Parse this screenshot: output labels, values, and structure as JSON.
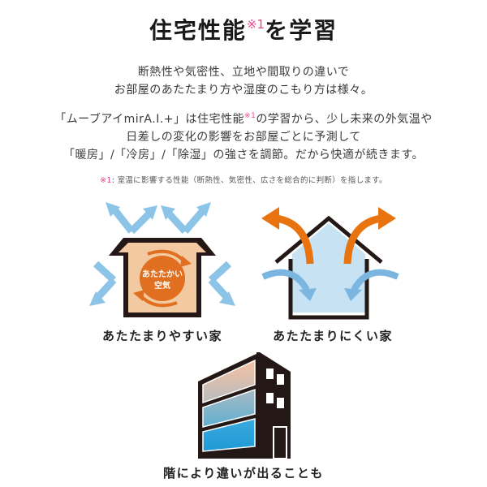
{
  "header": {
    "title_main": "住宅性能",
    "title_sup": "※1",
    "title_end": "を学習"
  },
  "intro": {
    "line1": "断熱性や気密性、立地や間取りの違いで",
    "line2": "お部屋のあたたまり方や湿度のこもり方は様々。"
  },
  "description": {
    "line1_a": "「ムーブアイmirA.I.+」は住宅性能",
    "line1_sup": "※1",
    "line1_b": "の学習から、少し未来の外気温や",
    "line2": "日差しの変化の影響をお部屋ごとに予測して",
    "line3": "「暖房」/「冷房」/「除湿」の強さを調節。だから快適が続きます。"
  },
  "footnote": {
    "mark": "※1",
    "text": ": 室温に影響する性能（断熱性、気密性、広さを総合的に判断）を指します。"
  },
  "illustrations": [
    {
      "caption": "あたたまりやすい家",
      "inner_label_line1": "あたたかい",
      "inner_label_line2": "空気",
      "icon": "insulated-house"
    },
    {
      "caption": "あたたまりにくい家",
      "icon": "drafty-house"
    },
    {
      "caption": "階により違いが出ることも",
      "icon": "multi-floor-building"
    }
  ],
  "colors": {
    "accent_pink": "#e8468f",
    "orange": "#e8730f",
    "light_blue": "#8cc4e8",
    "house_fill_warm": "#f2c9a0",
    "house_fill_cool": "#c6e2f3",
    "outline": "#231815"
  }
}
